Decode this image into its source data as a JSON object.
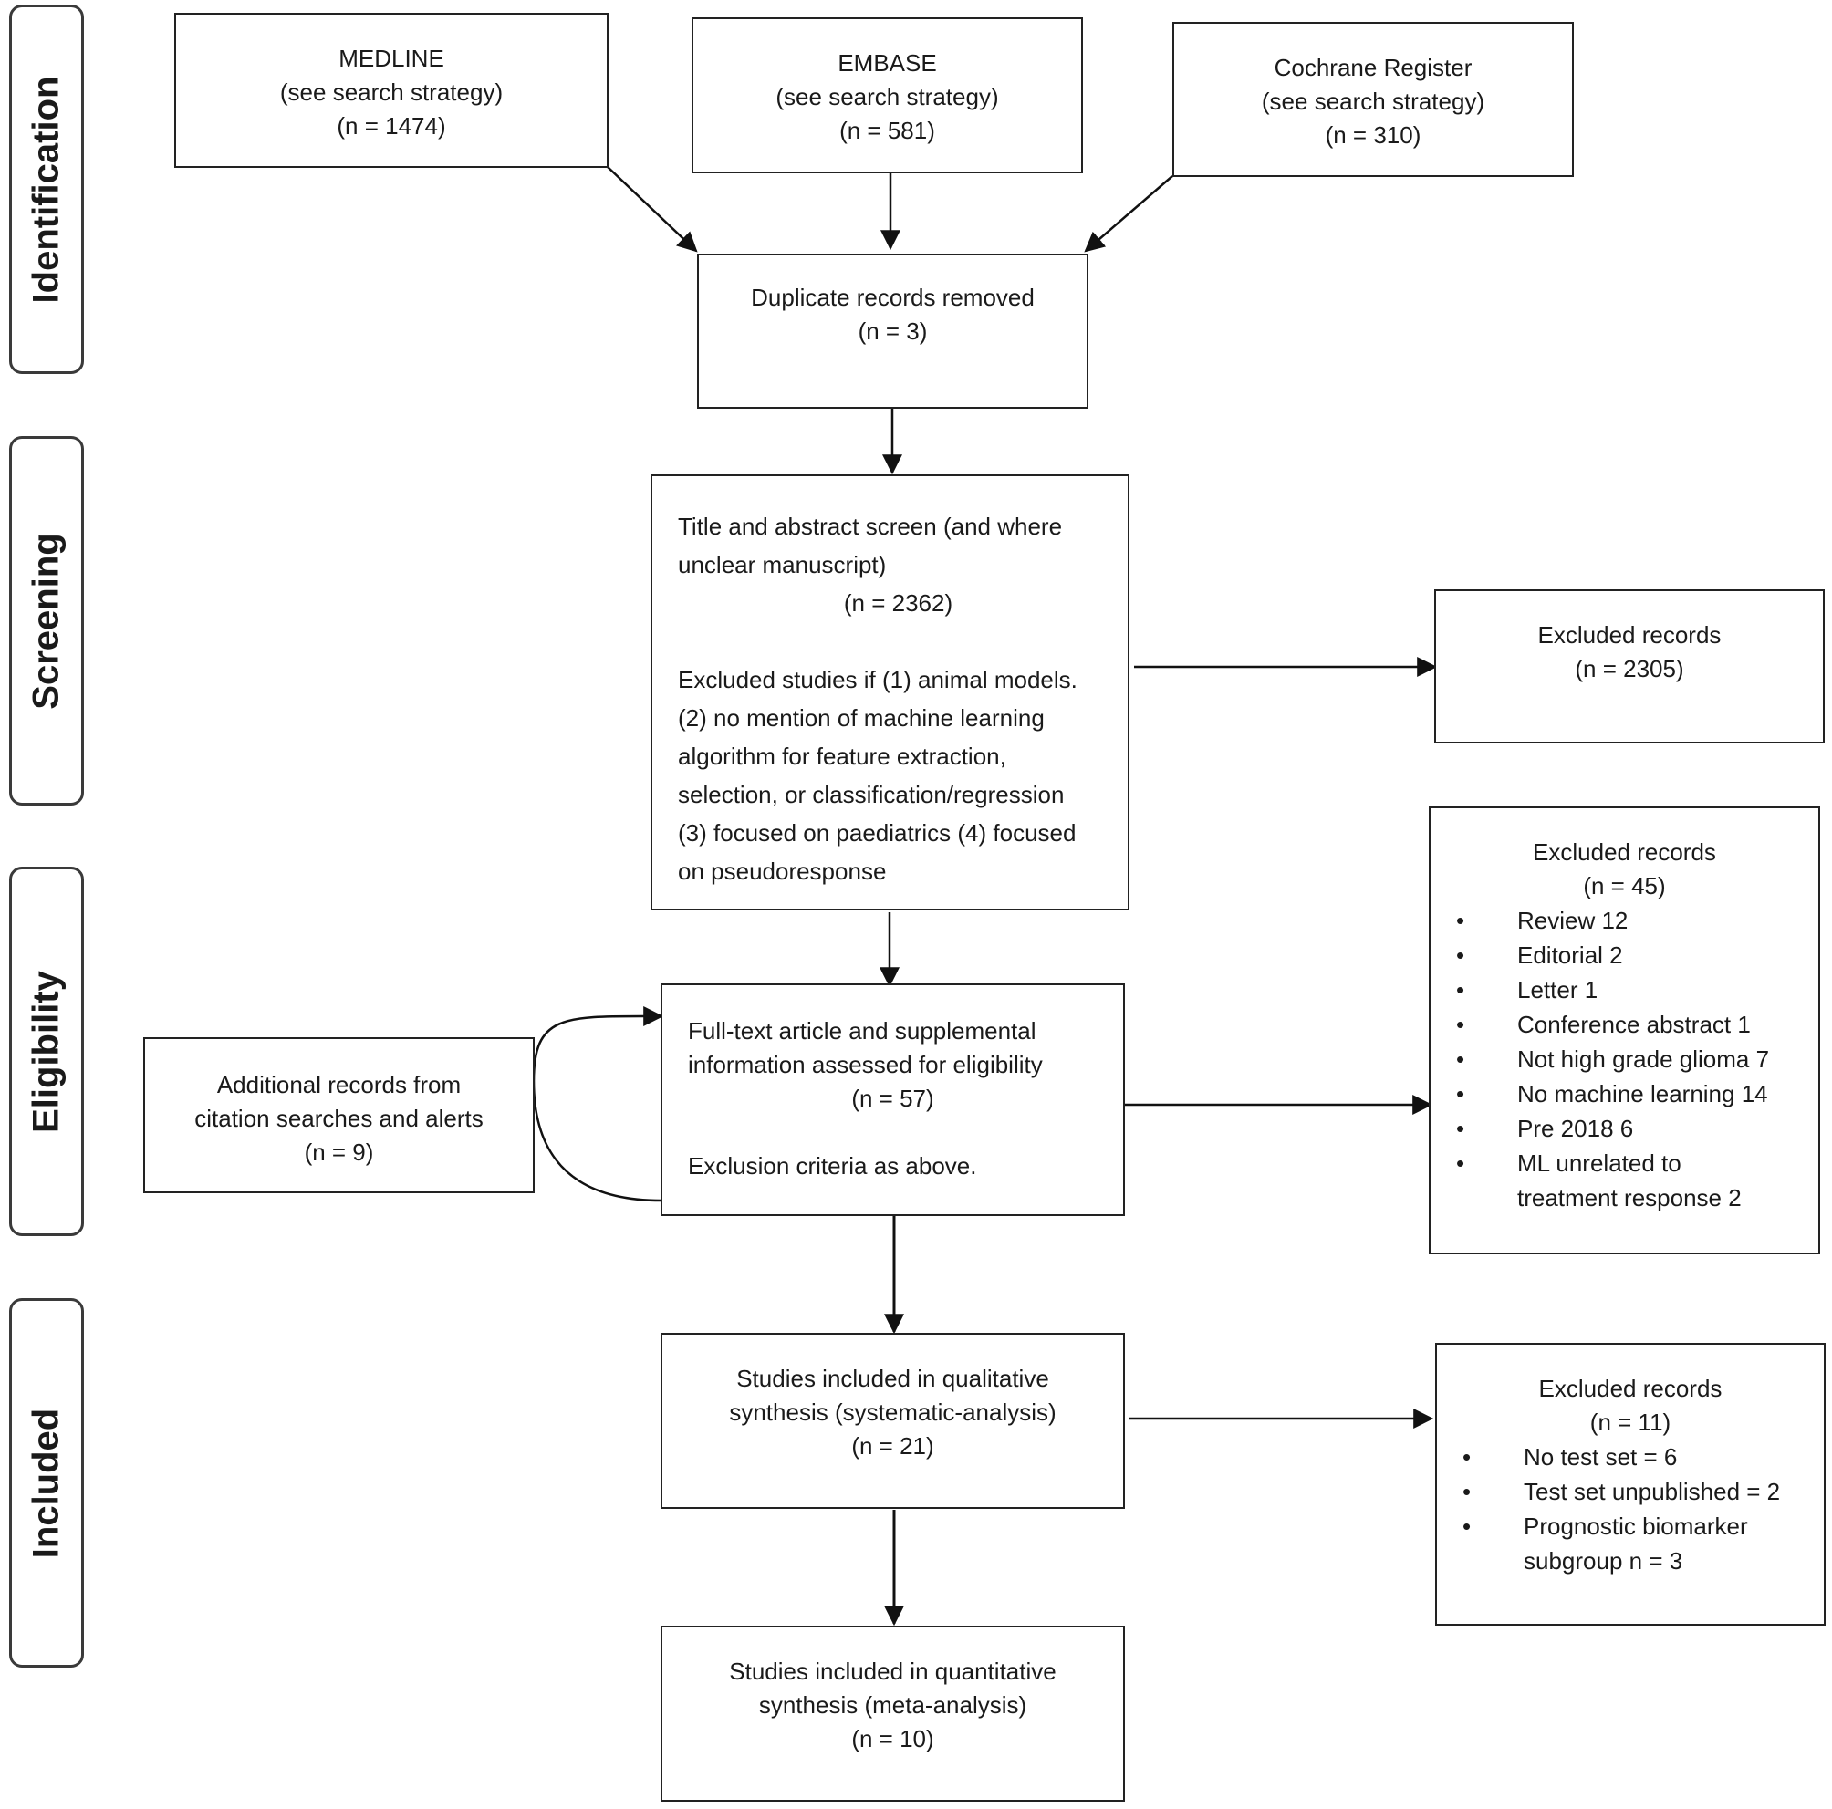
{
  "phases": {
    "identification": "Identification",
    "screening": "Screening",
    "eligibility": "Eligibility",
    "included": "Included"
  },
  "sources": {
    "medline": {
      "title": "MEDLINE",
      "note": "(see search strategy)",
      "count": "(n = 1474)"
    },
    "embase": {
      "title": "EMBASE",
      "note": "(see search strategy)",
      "count": "(n = 581)"
    },
    "cochrane": {
      "title": "Cochrane Register",
      "note": "(see search strategy)",
      "count": "(n = 310)"
    }
  },
  "duplicates": {
    "title": "Duplicate records removed",
    "count": "(n = 3)"
  },
  "screen": {
    "title_line1": "Title and abstract screen (and where",
    "title_line2": "unclear manuscript)",
    "count": "(n = 2362)",
    "criteria": [
      "Excluded studies if (1) animal models.",
      "(2) no mention of machine learning",
      "algorithm for feature extraction,",
      "selection, or classification/regression",
      "(3) focused on paediatrics (4) focused",
      "on pseudoresponse"
    ]
  },
  "excluded_screen": {
    "title": "Excluded records",
    "count": "(n = 2305)"
  },
  "fulltext": {
    "line1": "Full-text article and supplemental",
    "line2": "information assessed for eligibility",
    "count": "(n = 57)",
    "criteria": "Exclusion criteria as above."
  },
  "additional": {
    "line1": "Additional records from",
    "line2": "citation searches and alerts",
    "count": "(n = 9)"
  },
  "excluded_eligibility": {
    "title": "Excluded records",
    "count": "(n = 45)",
    "items": [
      "Review 12",
      "Editorial 2",
      "Letter 1",
      "Conference abstract 1",
      "Not high grade glioma 7",
      "No machine learning 14",
      "Pre 2018 6",
      "ML unrelated to",
      "treatment response 2"
    ]
  },
  "qualitative": {
    "line1": "Studies included in qualitative",
    "line2": "synthesis (systematic-analysis)",
    "count": "(n = 21)"
  },
  "excluded_included": {
    "title": "Excluded records",
    "count": "(n = 11)",
    "items": [
      "No test set = 6",
      "Test set unpublished = 2",
      "Prognostic biomarker",
      "subgroup n = 3"
    ]
  },
  "quantitative": {
    "line1": "Studies included in quantitative",
    "line2": "synthesis (meta-analysis)",
    "count": "(n = 10)"
  }
}
